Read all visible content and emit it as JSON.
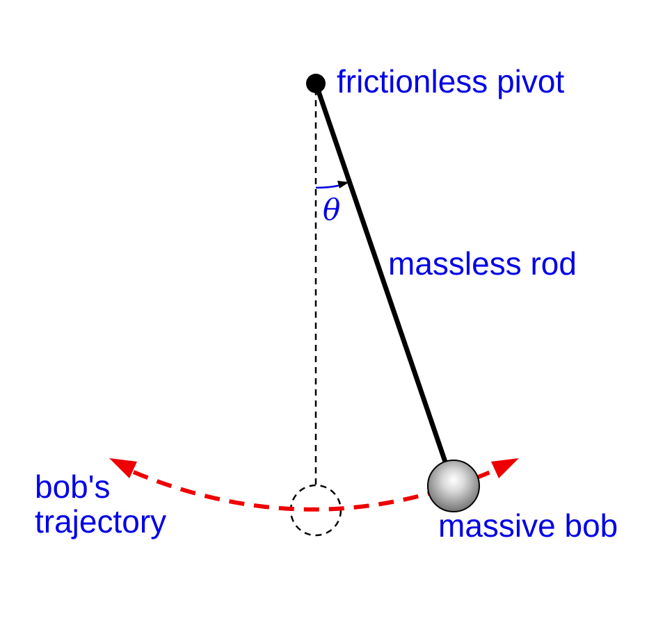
{
  "labels": {
    "pivot": "frictionless pivot",
    "angle": "θ",
    "rod": "massless rod",
    "bob": "massive bob",
    "trajectory_line1": "bob's",
    "trajectory_line2": "trajectory"
  },
  "colors": {
    "label": "#0000e6",
    "rod": "#000000",
    "trajectory": "#ee0000",
    "reference": "#000000",
    "bob_light": "#ffffff",
    "bob_dark": "#6e6e6e"
  }
}
